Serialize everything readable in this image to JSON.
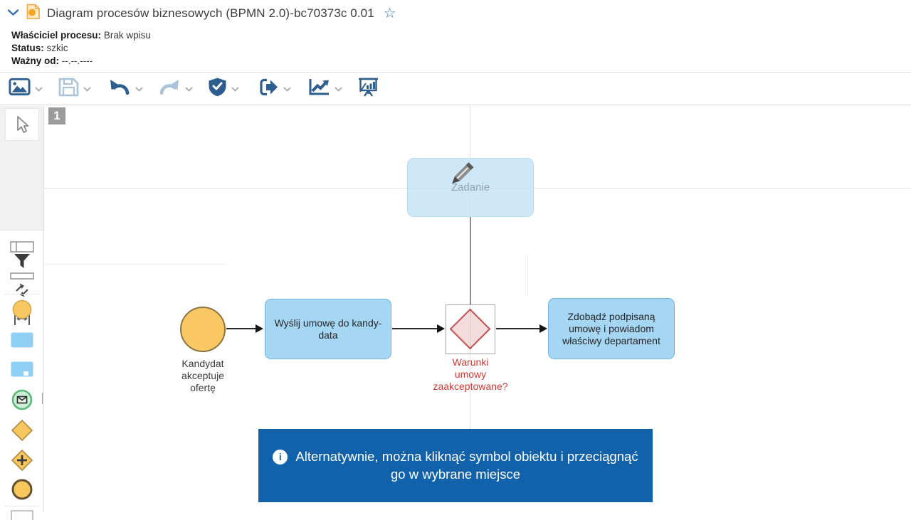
{
  "window": {
    "title": "Diagram procesów biznesowych (BPMN 2.0)-bc70373c 0.01",
    "favorite_icon": "☆"
  },
  "meta": {
    "rows": [
      {
        "label": "Właściciel procesu:",
        "value": "Brak wpisu"
      },
      {
        "label": "Status:",
        "value": "szkic"
      },
      {
        "label": "Ważny od:",
        "value": "--.--.----"
      }
    ]
  },
  "toolbar": {
    "buttons": [
      {
        "icon": "image-icon",
        "enabled": true,
        "dropdown": true
      },
      {
        "icon": "save-icon",
        "enabled": false,
        "dropdown": true
      },
      {
        "icon": "undo-icon",
        "enabled": true,
        "dropdown": true
      },
      {
        "icon": "redo-icon",
        "enabled": false,
        "dropdown": true
      },
      {
        "icon": "validate-shield-icon",
        "enabled": true,
        "dropdown": true
      },
      {
        "icon": "export-icon",
        "enabled": true,
        "dropdown": true
      },
      {
        "icon": "reporting-chart-icon",
        "enabled": true,
        "dropdown": true
      },
      {
        "icon": "presentation-icon",
        "enabled": true,
        "dropdown": false
      }
    ]
  },
  "palette": {
    "tools": [
      "pointer-tool",
      "filter-tool",
      "reroute-arrows-tool",
      "space-tool"
    ],
    "shapes": [
      "pool",
      "lane",
      "start-event",
      "task",
      "subprocess",
      "message-event",
      "gateway",
      "parallel-gateway",
      "end-event"
    ]
  },
  "canvas": {
    "page_number": "1"
  },
  "diagram": {
    "ghost_task": {
      "label": "Zadanie"
    },
    "start_event": {
      "label": "Kandydat\nakceptuje\nofertę"
    },
    "task_send": {
      "label": "Wyślij umowę do kandy-\ndata"
    },
    "gateway": {
      "label": "Warunki\numowy\nzaakceptowane?"
    },
    "task_get": {
      "label": "Zdobądź podpisaną\numowę i powiadom\nwłaściwy departament"
    }
  },
  "banner": {
    "info_icon": "i",
    "line1": "Alternatywnie, można kliknąć symbol obiektu i przeciągnąć",
    "line2": "go w wybrane miejsce"
  },
  "colors": {
    "toolbar_icon": "#2d5e8f",
    "toolbar_icon_disabled": "#a9c3da",
    "banner_bg": "#1262ab",
    "task_fill": "#a5d6f4",
    "task_border": "#70b3e3",
    "event_fill": "#f9c863",
    "gateway_red": "#c5504b",
    "guide_gray": "#e4e4e4"
  }
}
